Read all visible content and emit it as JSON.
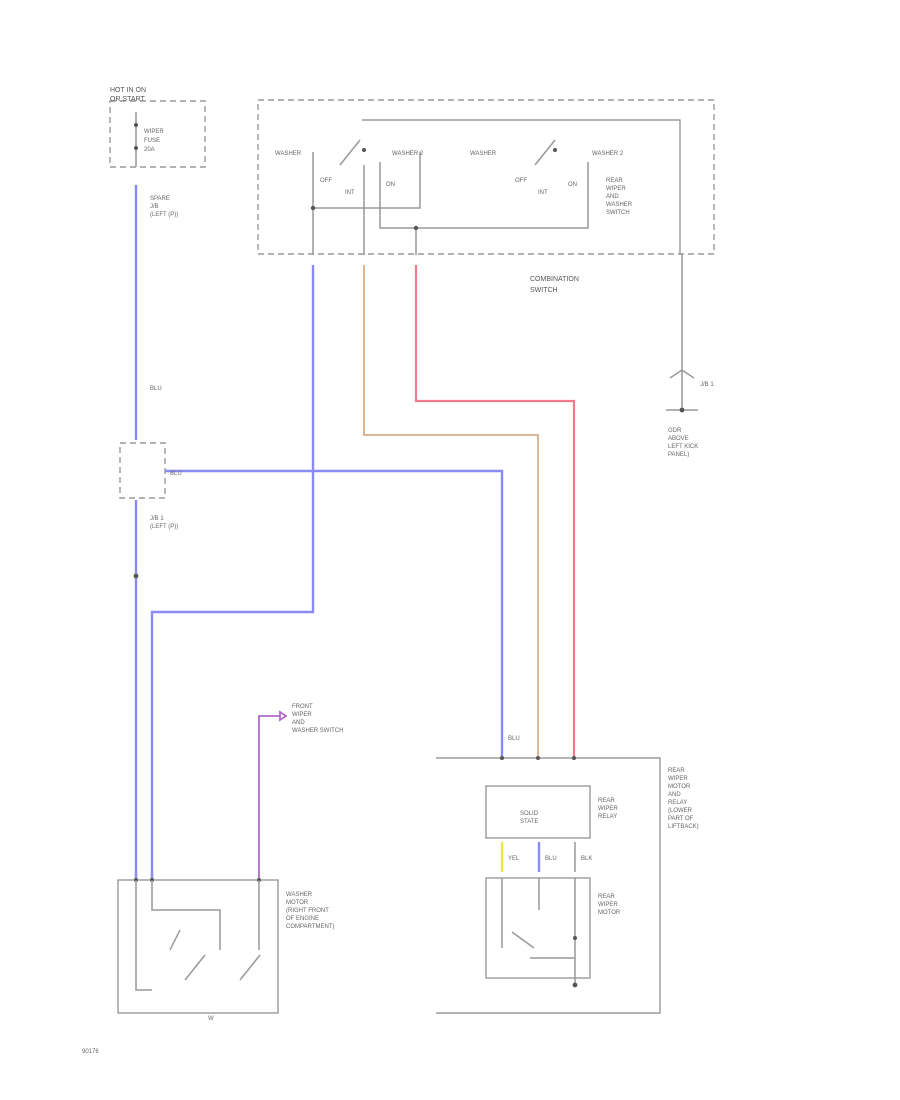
{
  "labels": {
    "fuse_header_1": "HOT IN ON",
    "fuse_header_2": "OR START",
    "fuse_1": "WIPER",
    "fuse_2": "FUSE",
    "fuse_3": "20A",
    "jb_top_1": "SPARE",
    "jb_top_2": "J/B",
    "jb_top_3": "(LEFT (P))",
    "wire_blu": "BLU",
    "wire_blu_2": "BLU",
    "jb1_1": "J/B 1",
    "jb1_2": "(LEFT (P))",
    "sw_washer": "WASHER",
    "sw_washer2": "WASHER 2",
    "sw_washer3": "WASHER",
    "sw_washer4": "WASHER 2",
    "sw_off": "OFF",
    "sw_int": "INT",
    "sw_on": "ON",
    "rear_sw_1": "REAR",
    "rear_sw_2": "WIPER",
    "rear_sw_3": "AND",
    "rear_sw_4": "WASHER",
    "rear_sw_5": "SWITCH",
    "combo_1": "COMBINATION",
    "combo_2": "SWITCH",
    "jb_ground": "J/B 1",
    "gnd_1": "GDR",
    "gnd_2": "ABOVE",
    "gnd_3": "LEFT KICK",
    "gnd_4": "PANEL)",
    "front_1": "FRONT",
    "front_2": "WIPER",
    "front_3": "AND",
    "front_4": "WASHER SWITCH",
    "washer_1": "WASHER",
    "washer_2": "MOTOR",
    "washer_3": "(RIGHT FRONT",
    "washer_4": "OF ENGINE",
    "washer_5": "COMPARTMENT)",
    "solid_1": "SOLID",
    "solid_2": "STATE",
    "relay_1": "REAR",
    "relay_2": "WIPER",
    "relay_3": "RELAY",
    "rmr_1": "REAR",
    "rmr_2": "WIPER",
    "rmr_3": "MOTOR",
    "rmr_4": "AND",
    "rmr_5": "RELAY",
    "rmr_6": "(LOWER",
    "rmr_7": "PART OF",
    "rmr_8": "LIFTBACK)",
    "rmotor_1": "REAR",
    "rmotor_2": "WIPER",
    "rmotor_3": "MOTOR",
    "wire_yel": "YEL",
    "wire_blu_3": "BLU",
    "wire_blk": "BLK",
    "wire_blu_4": "BLU",
    "washer_bottom": "W",
    "figure_id": "90176"
  },
  "colors": {
    "wire_blue": "#8a8af5",
    "wire_red": "#f07a8a",
    "wire_tan": "#d9ae86",
    "wire_yellow": "#e8e84a",
    "wire_purple": "#b06ac9",
    "wire_gray": "#999999"
  }
}
